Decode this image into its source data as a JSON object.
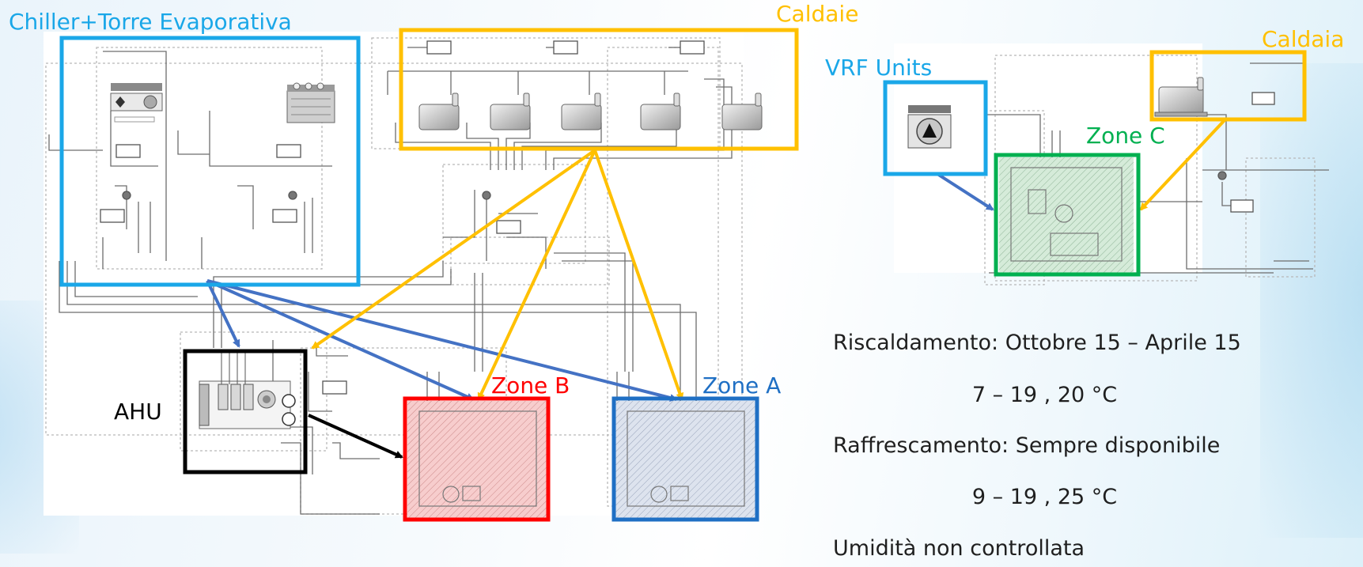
{
  "labels": {
    "chiller": "Chiller+Torre Evaporativa",
    "caldaie": "Caldaie",
    "caldaia": "Caldaia",
    "vrf": "VRF Units",
    "zone_c": "Zone C",
    "zone_b": "Zone B",
    "zone_a": "Zone A",
    "ahu": "AHU"
  },
  "schedule": {
    "heating": "Riscaldamento: Ottobre 15 – Aprile 15",
    "heating_hours": "7 – 19 , 20 °C",
    "cooling": "Raffrescamento: Sempre disponibile",
    "cooling_hours": "9 – 19 , 25 °C",
    "humidity": "Umidità non controllata"
  },
  "colors": {
    "chiller": "#1aa7e8",
    "caldaie": "#ffc000",
    "vrf": "#1aa7e8",
    "zone_c": "#00b050",
    "zone_b": "#ff0000",
    "zone_a": "#1f6fc4",
    "ahu": "#000000",
    "arrow_blue": "#4472c4",
    "arrow_yellow": "#ffc000",
    "arrow_black": "#000000"
  }
}
